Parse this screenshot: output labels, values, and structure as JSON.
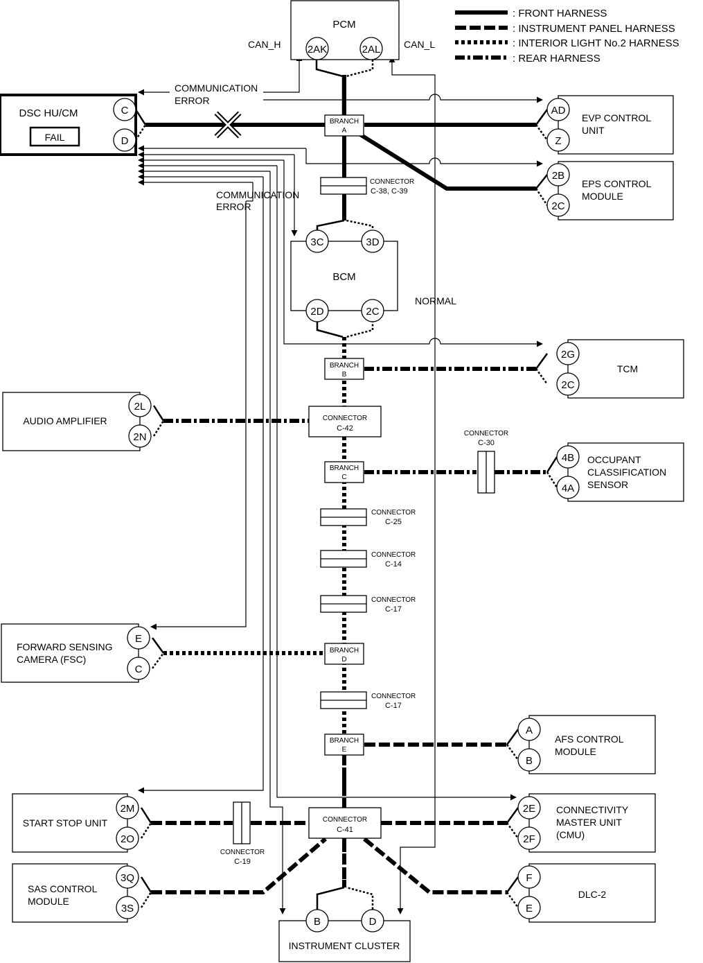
{
  "legend": {
    "front": ": FRONT HARNESS",
    "instrument_panel": ": INSTRUMENT PANEL HARNESS",
    "interior_light": ": INTERIOR LIGHT No.2 HARNESS",
    "rear": ": REAR HARNESS"
  },
  "modules": {
    "pcm": "PCM",
    "dsc": "DSC HU/CM",
    "dsc_fail": "FAIL",
    "evp": [
      "EVP CONTROL",
      "UNIT"
    ],
    "eps": [
      "EPS CONTROL",
      "MODULE"
    ],
    "bcm": "BCM",
    "tcm": "TCM",
    "audio": "AUDIO AMPLIFIER",
    "occupant": [
      "OCCUPANT",
      "CLASSIFICATION",
      "SENSOR"
    ],
    "fsc": [
      "FORWARD SENSING",
      "CAMERA (FSC)"
    ],
    "afs": [
      "AFS CONTROL",
      "MODULE"
    ],
    "start_stop": "START STOP UNIT",
    "cmu": [
      "CONNECTIVITY",
      "MASTER UNIT",
      "(CMU)"
    ],
    "sas": [
      "SAS CONTROL",
      "MODULE"
    ],
    "dlc": "DLC-2",
    "cluster": "INSTRUMENT CLUSTER"
  },
  "pins": {
    "pcm": [
      "2AK",
      "2AL"
    ],
    "dsc": [
      "C",
      "D"
    ],
    "evp": [
      "AD",
      "Z"
    ],
    "eps": [
      "2B",
      "2C"
    ],
    "bcm_top": [
      "3C",
      "3D"
    ],
    "bcm_bottom": [
      "2D",
      "2C"
    ],
    "tcm": [
      "2G",
      "2C"
    ],
    "audio": [
      "2L",
      "2N"
    ],
    "occupant": [
      "4B",
      "4A"
    ],
    "fsc": [
      "E",
      "C"
    ],
    "afs": [
      "A",
      "B"
    ],
    "start_stop": [
      "2M",
      "2O"
    ],
    "cmu": [
      "2E",
      "2F"
    ],
    "sas": [
      "3Q",
      "3S"
    ],
    "dlc": [
      "F",
      "E"
    ],
    "cluster": [
      "B",
      "D"
    ]
  },
  "branches": {
    "label": "BRANCH",
    "a": "A",
    "b": "B",
    "c": "C",
    "d": "D",
    "e": "E"
  },
  "connectors": {
    "label": "CONNECTOR",
    "c38": "C-38, C-39",
    "c42": "C-42",
    "c30": "C-30",
    "c25": "C-25",
    "c14": "C-14",
    "c17a": "C-17",
    "c17b": "C-17",
    "c41": "C-41",
    "c19": "C-19"
  },
  "annotations": {
    "can_h": "CAN_H",
    "can_l": "CAN_L",
    "comm_error_1": [
      "COMMUNICATION",
      "ERROR"
    ],
    "comm_error_2": [
      "COMMUNICATION",
      "ERROR"
    ],
    "normal": "NORMAL"
  }
}
